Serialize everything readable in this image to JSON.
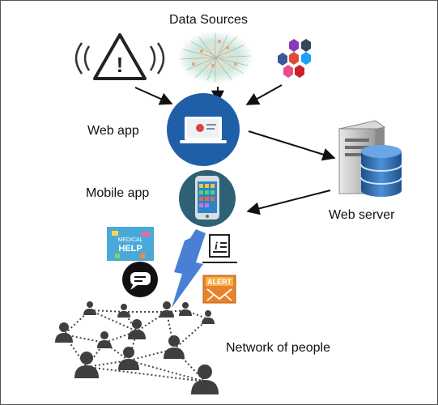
{
  "title": "Data Sources",
  "nodes": {
    "web_app": {
      "label": "Web app"
    },
    "mobile_app": {
      "label": "Mobile app"
    },
    "web_server": {
      "label": "Web server"
    },
    "network": {
      "label": "Network of people"
    }
  },
  "icons": {
    "alert_sign": "warning-broadcast-icon",
    "network_graph": "data-network-graph-icon",
    "social_media": "social-media-hexagons-icon",
    "web_app": "laptop-circle-icon",
    "mobile_app": "smartphone-circle-icon",
    "server": "server-database-icon",
    "medical_help": "medical-help-icon",
    "chat": "chat-bubble-icon",
    "info_doc": "info-document-icon",
    "alert_mail": "alert-envelope-icon",
    "lightning": "lightning-bolt-icon",
    "people": "person-icon"
  },
  "icon_text": {
    "alert_mark": "!",
    "medical": "MEDICAL",
    "help": "HELP",
    "info": "i",
    "alert": "ALERT"
  },
  "colors": {
    "app_circle": "#1f5fa8",
    "phone_circle": "#2e6176",
    "arrow": "#111111",
    "lightning": "#4a7fd6",
    "person": "#3f3f3f",
    "alert_orange": "#e8832a",
    "database_blue": "#2f6bb0"
  }
}
